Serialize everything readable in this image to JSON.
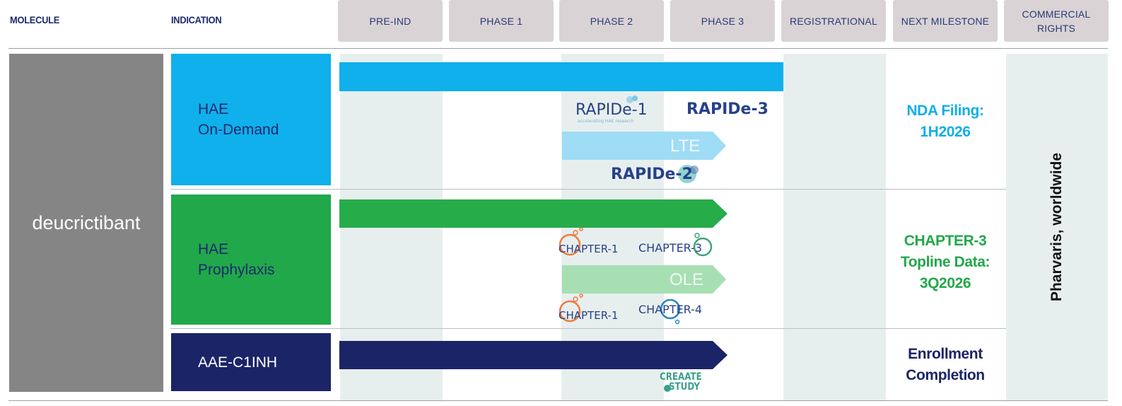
{
  "header": {
    "molecule": "MOLECULE",
    "indication": "INDICATION",
    "phases": [
      "PRE-IND",
      "PHASE 1",
      "PHASE 2",
      "PHASE 3",
      "REGISTRATIONAL"
    ],
    "next_milestone": "NEXT MILESTONE",
    "commercial_rights_line1": "COMMERCIAL",
    "commercial_rights_line2": "RIGHTS"
  },
  "molecule": "deucrictibant",
  "indications": [
    {
      "line1": "HAE",
      "line2": "On-Demand",
      "color": "#0fb0ec",
      "trials": [
        "RAPIDe-1",
        "RAPIDe-3",
        "RAPIDe-2"
      ],
      "trial_subtitle": "accelerating HAE research",
      "extension_label": "LTE",
      "milestone_line1": "NDA Filing:",
      "milestone_line2": "1H2026",
      "milestone_color": "#12aeea"
    },
    {
      "line1": "HAE",
      "line2": "Prophylaxis",
      "color": "#21a84a",
      "trials": [
        "CHAPTER-1",
        "CHAPTER-3",
        "CHAPTER-1",
        "CHAPTER-4"
      ],
      "extension_label": "OLE",
      "milestone_line1": "CHAPTER-3",
      "milestone_line2": "Topline Data:",
      "milestone_line3": "3Q2026",
      "milestone_color": "#22a84a"
    },
    {
      "line1": "AAE-C1INH",
      "color": "#1b2466",
      "trials": [
        "CREAATE",
        "STUDY"
      ],
      "milestone_line1": "Enrollment",
      "milestone_line2": "Completion",
      "milestone_color": "#1b2466"
    }
  ],
  "commercial_rights": "Pharvaris, worldwide"
}
